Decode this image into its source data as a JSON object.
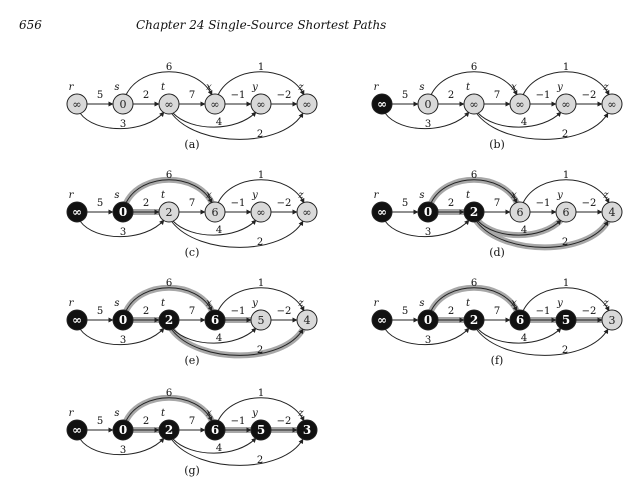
{
  "header": {
    "page_number": "656",
    "chapter_title": "Chapter 24   Single-Source Shortest Paths"
  },
  "graph": {
    "vertex_names": [
      "r",
      "s",
      "t",
      "x",
      "y",
      "z"
    ],
    "edges": [
      {
        "from": "r",
        "to": "s",
        "weight": "5"
      },
      {
        "from": "r",
        "to": "t",
        "weight": "3"
      },
      {
        "from": "s",
        "to": "t",
        "weight": "2"
      },
      {
        "from": "s",
        "to": "x",
        "weight": "6"
      },
      {
        "from": "t",
        "to": "x",
        "weight": "7"
      },
      {
        "from": "t",
        "to": "y",
        "weight": "4"
      },
      {
        "from": "t",
        "to": "z",
        "weight": "2"
      },
      {
        "from": "x",
        "to": "y",
        "weight": "−1"
      },
      {
        "from": "x",
        "to": "z",
        "weight": "1"
      },
      {
        "from": "y",
        "to": "z",
        "weight": "−2"
      }
    ]
  },
  "panels": [
    {
      "label": "(a)",
      "d": [
        "∞",
        "0",
        "∞",
        "∞",
        "∞",
        "∞"
      ],
      "black": [],
      "gray": [
        "r",
        "s",
        "t",
        "x",
        "y",
        "z"
      ],
      "tree": []
    },
    {
      "label": "(b)",
      "d": [
        "∞",
        "0",
        "∞",
        "∞",
        "∞",
        "∞"
      ],
      "black": [
        "r"
      ],
      "gray": [
        "s",
        "t",
        "x",
        "y",
        "z"
      ],
      "tree": []
    },
    {
      "label": "(c)",
      "d": [
        "∞",
        "0",
        "2",
        "6",
        "∞",
        "∞"
      ],
      "black": [
        "r",
        "s"
      ],
      "gray": [
        "t",
        "x",
        "y",
        "z"
      ],
      "tree": [
        "s-t",
        "s-x"
      ]
    },
    {
      "label": "(d)",
      "d": [
        "∞",
        "0",
        "2",
        "6",
        "6",
        "4"
      ],
      "black": [
        "r",
        "s",
        "t"
      ],
      "gray": [
        "x",
        "y",
        "z"
      ],
      "tree": [
        "s-t",
        "s-x",
        "t-y",
        "t-z"
      ]
    },
    {
      "label": "(e)",
      "d": [
        "∞",
        "0",
        "2",
        "6",
        "5",
        "4"
      ],
      "black": [
        "r",
        "s",
        "t",
        "x"
      ],
      "gray": [
        "y",
        "z"
      ],
      "tree": [
        "s-t",
        "s-x",
        "x-y",
        "t-z"
      ]
    },
    {
      "label": "(f)",
      "d": [
        "∞",
        "0",
        "2",
        "6",
        "5",
        "3"
      ],
      "black": [
        "r",
        "s",
        "t",
        "x",
        "y"
      ],
      "gray": [
        "z"
      ],
      "tree": [
        "s-t",
        "s-x",
        "x-y",
        "y-z"
      ]
    },
    {
      "label": "(g)",
      "d": [
        "∞",
        "0",
        "2",
        "6",
        "5",
        "3"
      ],
      "black": [
        "r",
        "s",
        "t",
        "x",
        "y",
        "z"
      ],
      "gray": [],
      "tree": [
        "s-t",
        "s-x",
        "x-y",
        "y-z"
      ]
    }
  ],
  "colors": {
    "vertex_gray_fill": "#d9d9d9",
    "vertex_black_fill": "#111111",
    "tree_edge_shade": "#a8a8a8",
    "edge_color": "#222222"
  }
}
